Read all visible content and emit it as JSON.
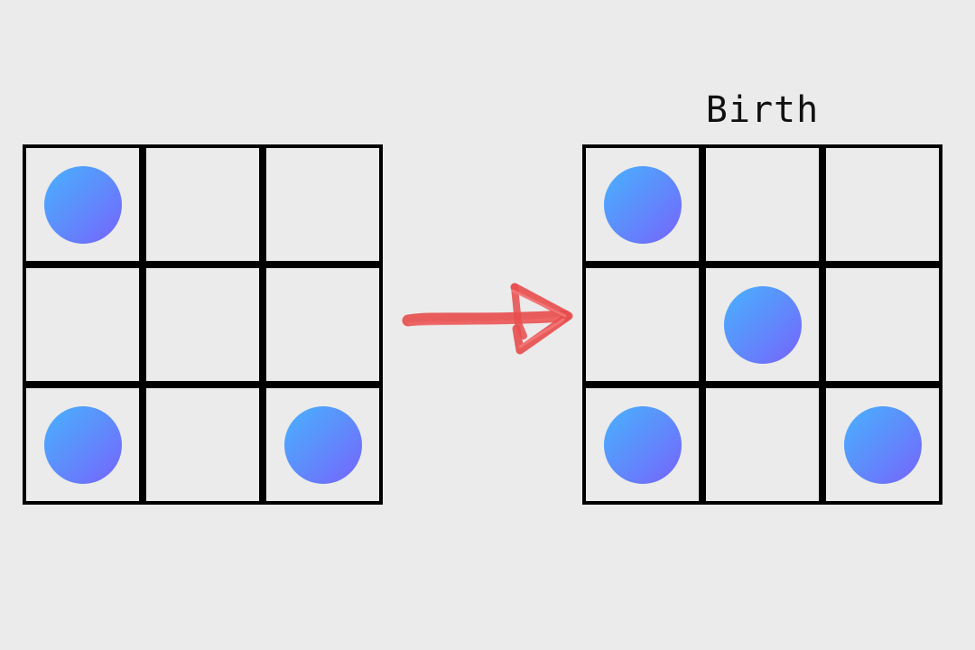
{
  "after_title": "Birth",
  "colors": {
    "background": "#ebebeb",
    "grid_line": "#000000",
    "cell_dot_gradient": [
      "#48b2ff",
      "#7663fb"
    ],
    "arrow": "#e84c4c"
  },
  "icons": {
    "arrow": "hand-drawn-right-arrow-icon",
    "cell_dot": "filled-circle-icon"
  },
  "before_grid": {
    "rows": 3,
    "cols": 3,
    "live": [
      [
        true,
        false,
        false
      ],
      [
        false,
        false,
        false
      ],
      [
        true,
        false,
        true
      ]
    ]
  },
  "after_grid": {
    "rows": 3,
    "cols": 3,
    "live": [
      [
        true,
        false,
        false
      ],
      [
        false,
        true,
        false
      ],
      [
        true,
        false,
        true
      ]
    ]
  }
}
